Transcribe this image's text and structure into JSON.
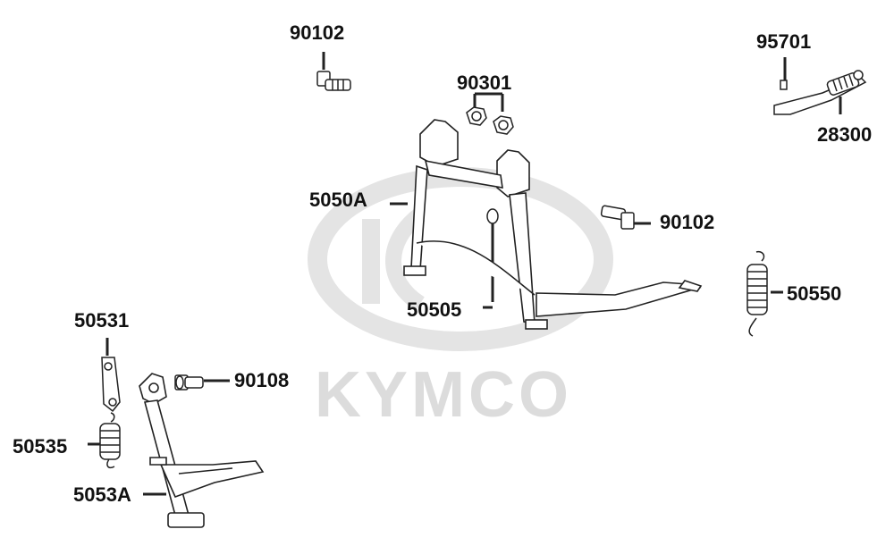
{
  "watermark": {
    "brand_text": "KYMCO"
  },
  "parts": {
    "p90102_top": "90102",
    "p90301": "90301",
    "p95701": "95701",
    "p28300": "28300",
    "p5050A": "5050A",
    "p90102_right": "90102",
    "p50505": "50505",
    "p50550": "50550",
    "p50531": "50531",
    "p90108": "90108",
    "p50535": "50535",
    "p5053A": "5053A"
  },
  "colors": {
    "line": "#222222",
    "watermark": "#e2e2e2",
    "label": "#111111"
  }
}
